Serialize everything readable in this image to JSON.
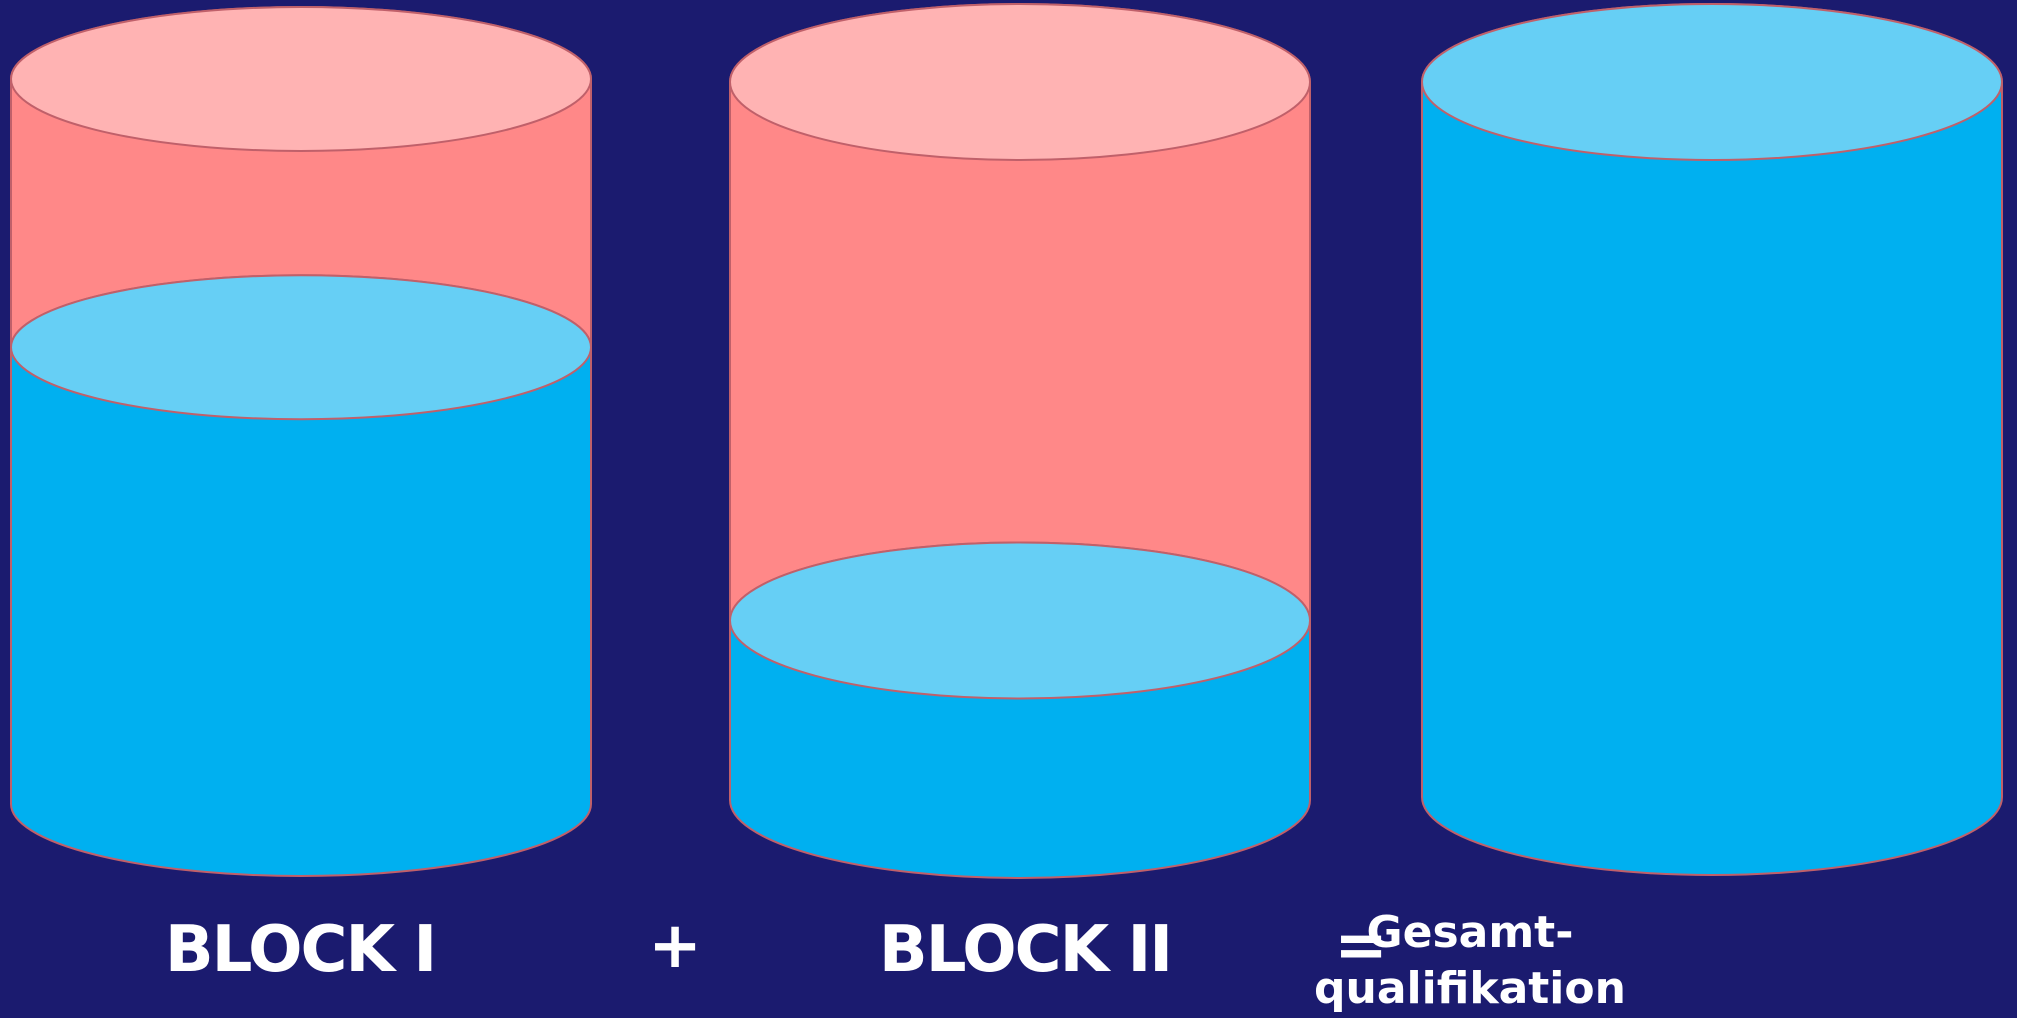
{
  "colors": {
    "background": "#1b1b6f",
    "empty_body": "#ff8888",
    "empty_top": "#ffb3b3",
    "fill_body": "#00b0f0",
    "fill_top": "#66cff5",
    "outline": "#c0606a",
    "text": "#ffffff"
  },
  "cylinders": [
    {
      "id": "block-1",
      "fill_fraction": 0.63,
      "label": "BLOCK I"
    },
    {
      "id": "block-2",
      "fill_fraction": 0.25,
      "label": "BLOCK II"
    },
    {
      "id": "total",
      "fill_fraction": 1.0,
      "label_line1": "Gesamt-",
      "label_line2": "qualifikation"
    }
  ],
  "operators": {
    "plus": "+",
    "equals": "="
  }
}
